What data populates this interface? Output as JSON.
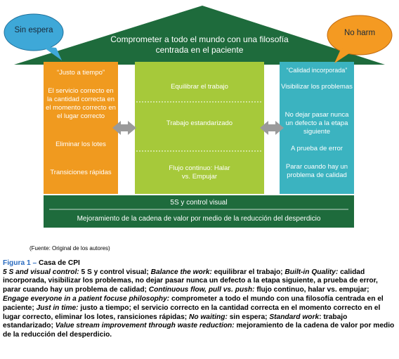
{
  "roof": {
    "text": "Comprometer a todo el mundo con una filosofía centrada en el paciente"
  },
  "bubbles": {
    "left": "Sin espera",
    "right": "No harm"
  },
  "left_column": {
    "header": "“Justo a tiempo”",
    "items": [
      "El servicio correcto en la cantidad correcta en el momento correcto en el lugar correcto",
      "Eliminar los lotes",
      "Transiciones rápidas"
    ]
  },
  "middle_column": {
    "items": [
      "Equilibrar el trabajo",
      "Trabajo estandarizado",
      "Flujo continuo: Halar vs. Empujar"
    ]
  },
  "right_column": {
    "header": "“Calidad incorporada”",
    "items": [
      "Visibilizar los problemas",
      "No dejar pasar nunca un defecto a la etapa siguiente",
      "A prueba de error",
      "Parar cuando hay un problema de calidad"
    ]
  },
  "base": {
    "top": "5S y control visual",
    "bottom": "Mejoramiento de la cadena de valor por medio de la reducción del desperdicio"
  },
  "source": "(Fuente: Original de los autores)",
  "caption": {
    "label": "Figura 1 –",
    "title": "Casa de CPI",
    "segments": [
      {
        "t": "5 S and visual control:",
        "i": true
      },
      {
        "t": " 5 S y control visual; ",
        "i": false
      },
      {
        "t": "Balance the work:",
        "i": true
      },
      {
        "t": " equilibrar el trabajo; ",
        "i": false
      },
      {
        "t": "Built-in Quality:",
        "i": true
      },
      {
        "t": " calidad incorporada, visibilizar los problemas, no dejar pasar nunca un defecto a la etapa siguiente, a prueba de error, parar cuando hay un problema de calidad; ",
        "i": false
      },
      {
        "t": "Continuous flow, pull vs. push:",
        "i": true
      },
      {
        "t": " flujo continuo, halar vs. empujar; ",
        "i": false
      },
      {
        "t": "Engage everyone in a patient focuse philosophy:",
        "i": true
      },
      {
        "t": " comprometer a todo el mundo con una filosofía centrada en el paciente; ",
        "i": false
      },
      {
        "t": "Just in time:",
        "i": true
      },
      {
        "t": " justo a tiempo; el servicio correcto en la cantidad correcta en el momento correcto en el lugar correcto, eliminar los lotes, ransiciones rápidas; ",
        "i": false
      },
      {
        "t": "No waiting:",
        "i": true
      },
      {
        "t": " sin espera; ",
        "i": false
      },
      {
        "t": "Standard work",
        "i": true
      },
      {
        "t": ": trabajo estandarizado; ",
        "i": false
      },
      {
        "t": "Value stream improvement through waste reduction:",
        "i": true
      },
      {
        "t": " mejoramiento de la cadena de valor por medio de la reducción del desperdicio.",
        "i": false
      }
    ]
  },
  "colors": {
    "roof": "#1e6b3c",
    "left": "#f09a1f",
    "middle": "#a6c93a",
    "right": "#3bb3c0",
    "bubble_left": "#3ea8d8",
    "bubble_right": "#f49a22"
  }
}
